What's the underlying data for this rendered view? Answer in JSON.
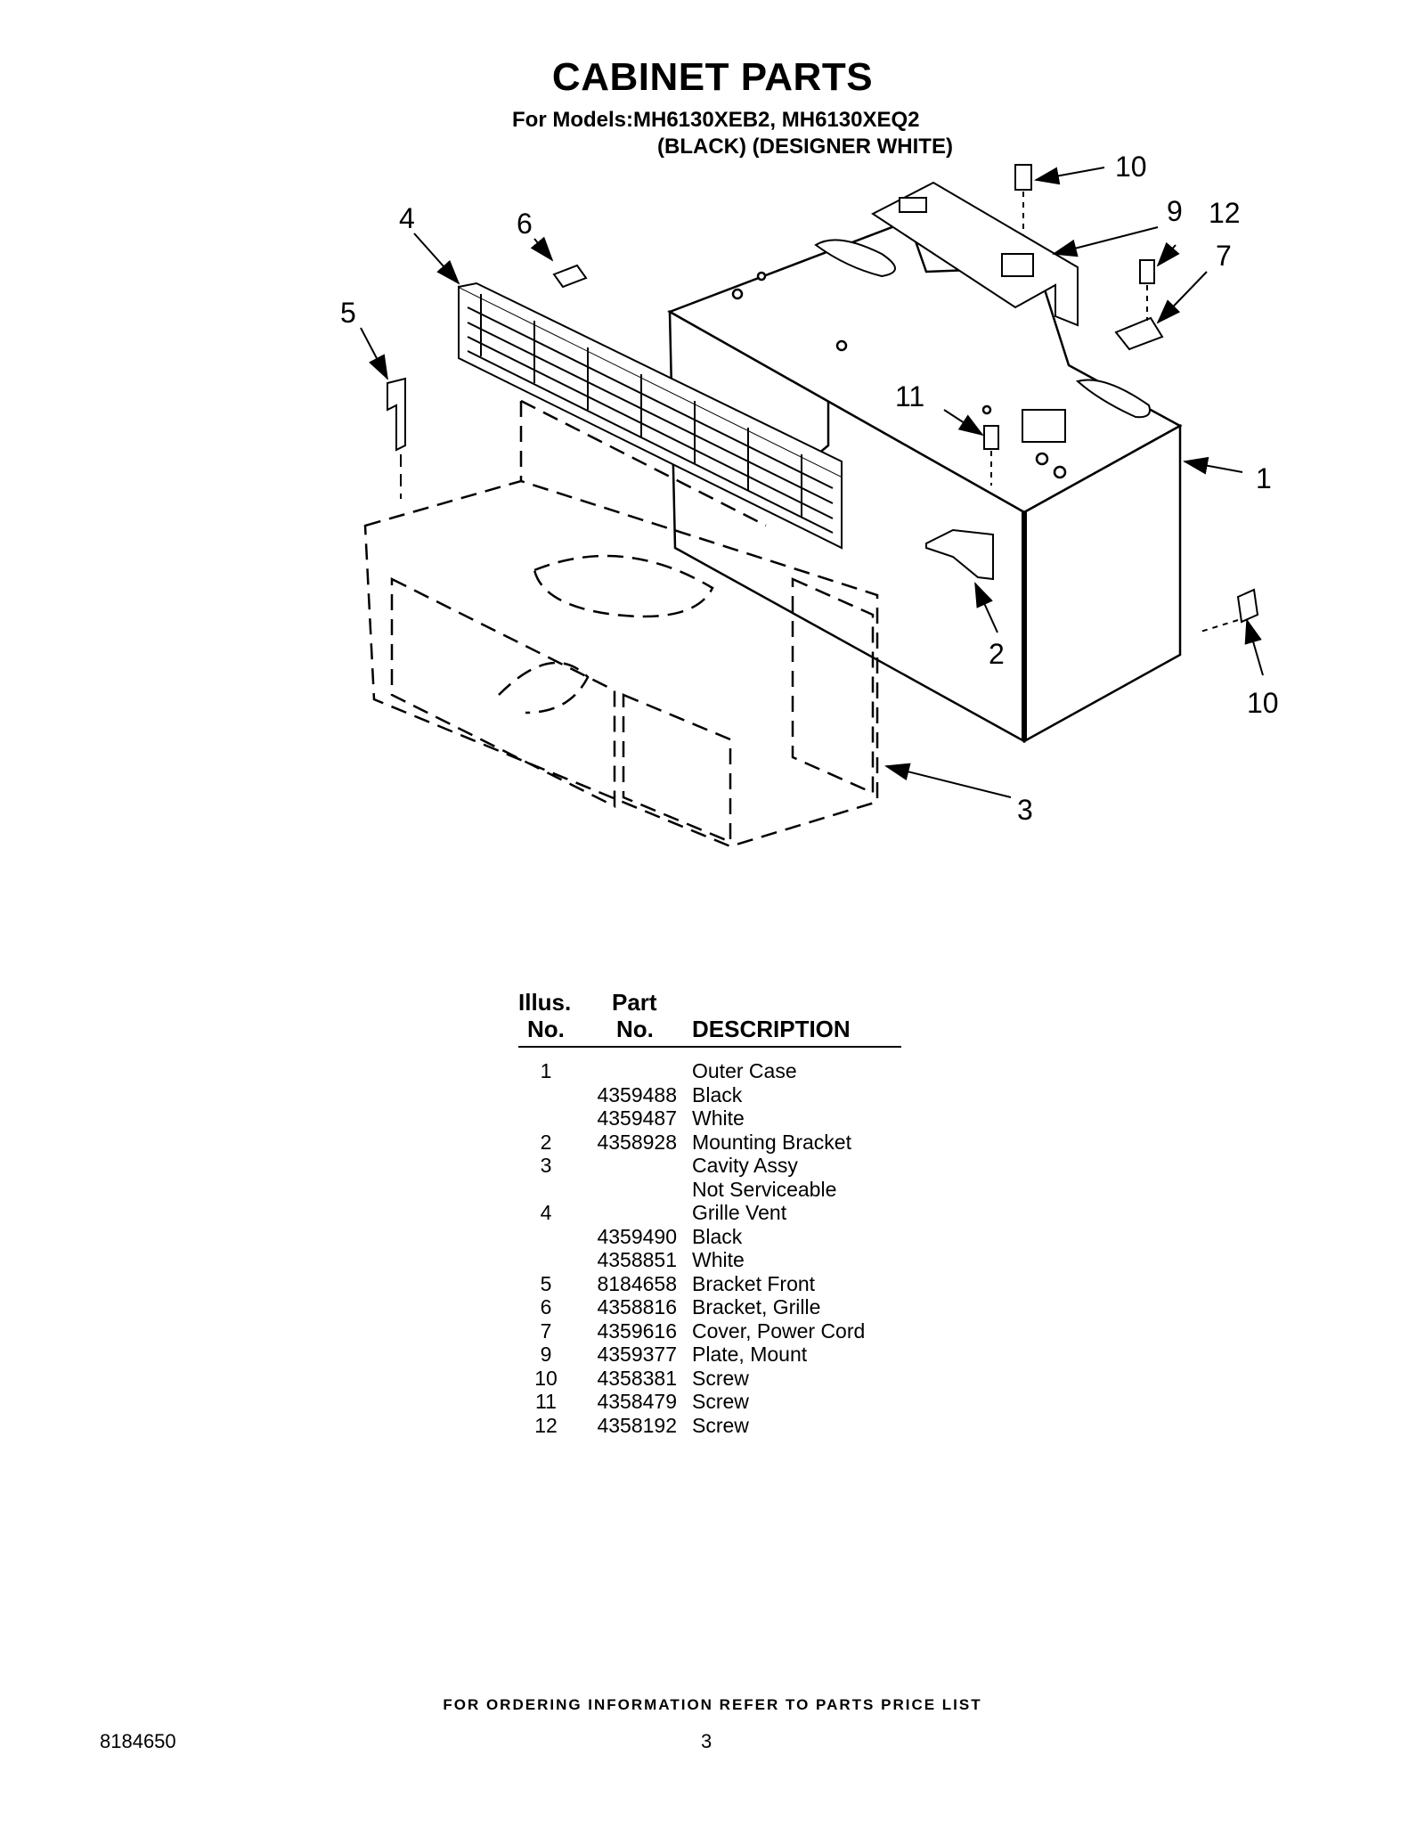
{
  "header": {
    "title": "CABINET PARTS",
    "models_line1": "For Models:MH6130XEB2, MH6130XEQ2",
    "models_line2": "(BLACK) (DESIGNER WHITE)"
  },
  "diagram": {
    "callouts": [
      "10",
      "9",
      "12",
      "7",
      "4",
      "6",
      "5",
      "11",
      "1",
      "2",
      "10",
      "3"
    ]
  },
  "table": {
    "headers": {
      "illus_line1": "Illus.",
      "illus_line2": "No.",
      "part_line1": "Part",
      "part_line2": "No.",
      "description": "DESCRIPTION"
    },
    "rows": [
      {
        "illus": "1",
        "part": "",
        "desc": "Outer Case"
      },
      {
        "illus": "",
        "part": "4359488",
        "desc": "Black"
      },
      {
        "illus": "",
        "part": "4359487",
        "desc": "White"
      },
      {
        "illus": "2",
        "part": "4358928",
        "desc": "Mounting Bracket"
      },
      {
        "illus": "3",
        "part": "",
        "desc": "Cavity Assy"
      },
      {
        "illus": "",
        "part": "",
        "desc": "Not Serviceable"
      },
      {
        "illus": "4",
        "part": "",
        "desc": "Grille Vent"
      },
      {
        "illus": "",
        "part": "4359490",
        "desc": "Black"
      },
      {
        "illus": "",
        "part": "4358851",
        "desc": "White"
      },
      {
        "illus": "5",
        "part": "8184658",
        "desc": "Bracket Front"
      },
      {
        "illus": "6",
        "part": "4358816",
        "desc": "Bracket, Grille"
      },
      {
        "illus": "7",
        "part": "4359616",
        "desc": "Cover, Power Cord"
      },
      {
        "illus": "9",
        "part": "4359377",
        "desc": "Plate, Mount"
      },
      {
        "illus": "10",
        "part": "4358381",
        "desc": "Screw"
      },
      {
        "illus": "11",
        "part": "4358479",
        "desc": "Screw"
      },
      {
        "illus": "12",
        "part": "4358192",
        "desc": "Screw"
      }
    ]
  },
  "footer": {
    "ordering_note": "FOR ORDERING INFORMATION REFER TO PARTS PRICE LIST",
    "document_number": "8184650",
    "page_number": "3"
  }
}
